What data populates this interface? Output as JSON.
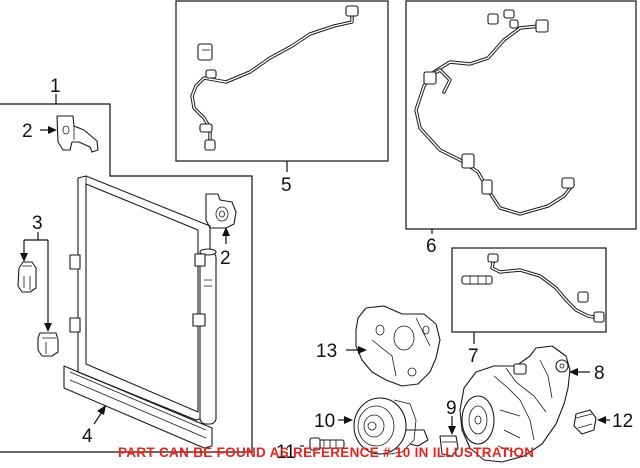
{
  "callouts": {
    "c1": "1",
    "c2a": "2",
    "c2b": "2",
    "c3": "3",
    "c4": "4",
    "c5": "5",
    "c6": "6",
    "c7": "7",
    "c8": "8",
    "c9": "9",
    "c10": "10",
    "c11": "11",
    "c12": "12",
    "c13": "13"
  },
  "footnote": {
    "text": "PART CAN BE FOUND AS REFERENCE # 10 IN ILLUSTRATION",
    "color": "#e8231e"
  }
}
